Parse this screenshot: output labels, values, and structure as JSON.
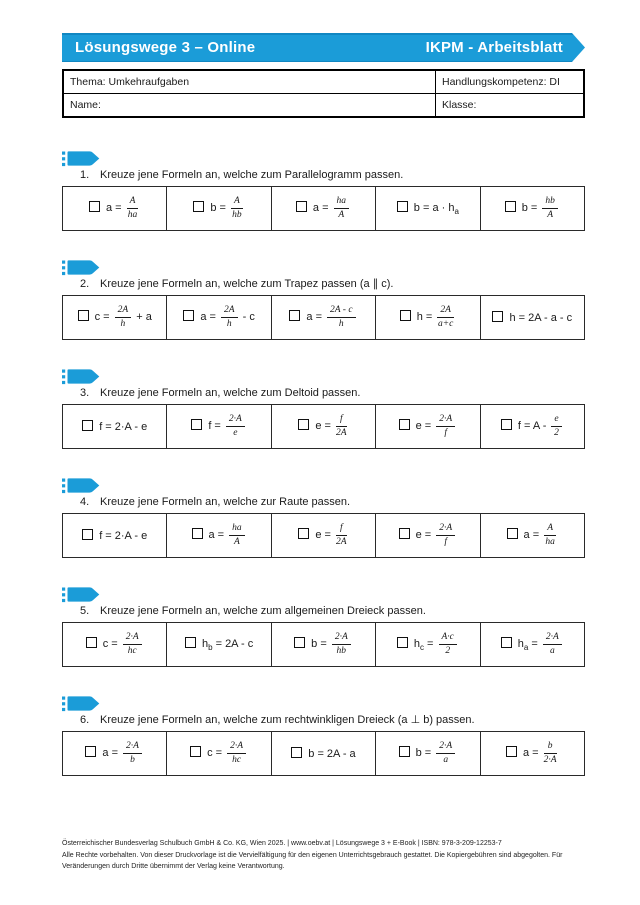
{
  "accent_color": "#1b9cd8",
  "banner": {
    "left": "Lösungswege 3 – Online",
    "right": "IKPM - Arbeitsblatt"
  },
  "info": {
    "thema": "Thema: Umkehraufgaben",
    "kompetenz": "Handlungskompetenz: DI",
    "name": "Name:",
    "klasse": "Klasse:"
  },
  "icons": {
    "question_icon": "pencil-icon"
  },
  "questions": [
    {
      "num": "1.",
      "text": "Kreuze jene Formeln an, welche zum Parallelogramm passen.",
      "options": [
        [
          [
            "t",
            "a = "
          ],
          [
            "f",
            "A",
            "ha"
          ]
        ],
        [
          [
            "t",
            "b = "
          ],
          [
            "f",
            "A",
            "hb"
          ]
        ],
        [
          [
            "t",
            "a = "
          ],
          [
            "f",
            "ha",
            "A"
          ]
        ],
        [
          [
            "t",
            "b = a · h"
          ],
          [
            "s",
            "a"
          ]
        ],
        [
          [
            "t",
            "b = "
          ],
          [
            "f",
            "hb",
            "A"
          ]
        ]
      ]
    },
    {
      "num": "2.",
      "text": "Kreuze jene Formeln an, welche zum Trapez passen (a ∥ c).",
      "options": [
        [
          [
            "t",
            "c = "
          ],
          [
            "f",
            "2A",
            "h"
          ],
          [
            "t",
            " + a"
          ]
        ],
        [
          [
            "t",
            "a = "
          ],
          [
            "f",
            "2A",
            "h"
          ],
          [
            "t",
            " - c"
          ]
        ],
        [
          [
            "t",
            "a = "
          ],
          [
            "f",
            "2A - c",
            "h"
          ]
        ],
        [
          [
            "t",
            "h = "
          ],
          [
            "f",
            "2A",
            "a+c"
          ]
        ],
        [
          [
            "t",
            "h = 2A - a - c"
          ]
        ]
      ]
    },
    {
      "num": "3.",
      "text": "Kreuze jene Formeln an, welche zum Deltoid passen.",
      "options": [
        [
          [
            "t",
            "f = 2·A - e"
          ]
        ],
        [
          [
            "t",
            "f = "
          ],
          [
            "f",
            "2·A",
            "e"
          ]
        ],
        [
          [
            "t",
            "e = "
          ],
          [
            "f",
            "f",
            "2A"
          ]
        ],
        [
          [
            "t",
            "e = "
          ],
          [
            "f",
            "2·A",
            "f"
          ]
        ],
        [
          [
            "t",
            "f = A - "
          ],
          [
            "f",
            "e",
            "2"
          ]
        ]
      ]
    },
    {
      "num": "4.",
      "text": "Kreuze jene Formeln an, welche zur Raute passen.",
      "options": [
        [
          [
            "t",
            "f = 2·A - e"
          ]
        ],
        [
          [
            "t",
            "a = "
          ],
          [
            "f",
            "ha",
            "A"
          ]
        ],
        [
          [
            "t",
            "e = "
          ],
          [
            "f",
            "f",
            "2A"
          ]
        ],
        [
          [
            "t",
            "e = "
          ],
          [
            "f",
            "2·A",
            "f"
          ]
        ],
        [
          [
            "t",
            "a = "
          ],
          [
            "f",
            "A",
            "ha"
          ]
        ]
      ]
    },
    {
      "num": "5.",
      "text": "Kreuze jene Formeln an, welche zum allgemeinen Dreieck passen.",
      "options": [
        [
          [
            "t",
            "c = "
          ],
          [
            "f",
            "2·A",
            "hc"
          ]
        ],
        [
          [
            "t",
            "h"
          ],
          [
            "s",
            "b"
          ],
          [
            "t",
            " = 2A - c"
          ]
        ],
        [
          [
            "t",
            "b = "
          ],
          [
            "f",
            "2·A",
            "hb"
          ]
        ],
        [
          [
            "t",
            "h"
          ],
          [
            "s",
            "c"
          ],
          [
            "t",
            " = "
          ],
          [
            "f",
            "A·c",
            "2"
          ]
        ],
        [
          [
            "t",
            "h"
          ],
          [
            "s",
            "a"
          ],
          [
            "t",
            " = "
          ],
          [
            "f",
            "2·A",
            "a"
          ]
        ]
      ]
    },
    {
      "num": "6.",
      "text": "Kreuze jene Formeln an, welche zum rechtwinkligen Dreieck (a ⊥ b) passen.",
      "options": [
        [
          [
            "t",
            "a = "
          ],
          [
            "f",
            "2·A",
            "b"
          ]
        ],
        [
          [
            "t",
            "c = "
          ],
          [
            "f",
            "2·A",
            "hc"
          ]
        ],
        [
          [
            "t",
            "b = 2A - a"
          ]
        ],
        [
          [
            "t",
            "b = "
          ],
          [
            "f",
            "2·A",
            "a"
          ]
        ],
        [
          [
            "t",
            "a = "
          ],
          [
            "f",
            "b",
            "2·A"
          ]
        ]
      ]
    }
  ],
  "footer": {
    "line1": "Österreichischer Bundesverlag Schulbuch GmbH & Co. KG, Wien 2025. | www.oebv.at | Lösungswege 3 + E-Book | ISBN: 978-3-209-12253-7",
    "line2": "Alle Rechte vorbehalten. Von dieser Druckvorlage ist die Vervielfältigung für den eigenen Unterrichtsgebrauch gestattet.  Die Kopiergebühren sind abgegolten. Für",
    "line3": "Veränderungen durch Dritte übernimmt der Verlag keine Verantwortung."
  }
}
